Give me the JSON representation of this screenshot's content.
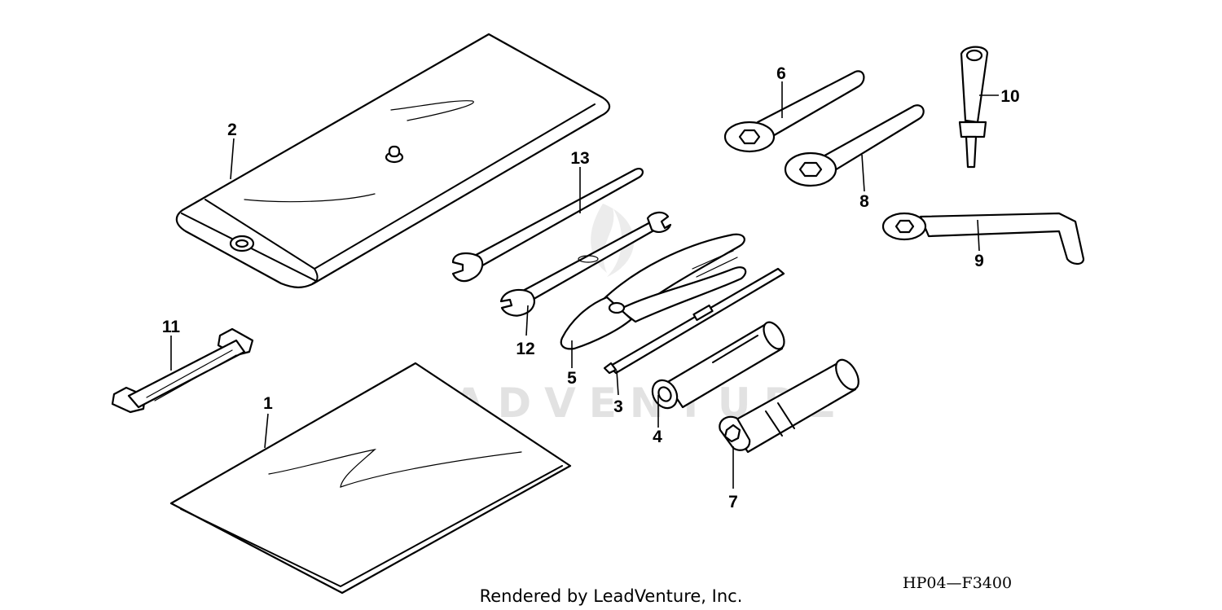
{
  "diagram_code": "HP04—F3400",
  "footer": "Rendered by LeadVenture, Inc.",
  "watermark": "LEADVENTURE",
  "callouts": [
    {
      "id": "1",
      "part": "owners-manual-bag"
    },
    {
      "id": "2",
      "part": "tool-bag"
    },
    {
      "id": "3",
      "part": "screwdriver-shaft"
    },
    {
      "id": "4",
      "part": "socket-wrench"
    },
    {
      "id": "5",
      "part": "pliers"
    },
    {
      "id": "6",
      "part": "ring-wrench"
    },
    {
      "id": "7",
      "part": "spark-plug-wrench"
    },
    {
      "id": "8",
      "part": "ring-wrench-large"
    },
    {
      "id": "9",
      "part": "offset-wrench"
    },
    {
      "id": "10",
      "part": "screwdriver-handle"
    },
    {
      "id": "11",
      "part": "tool-band"
    },
    {
      "id": "12",
      "part": "open-end-wrench"
    },
    {
      "id": "13",
      "part": "open-end-wrench-small"
    }
  ]
}
